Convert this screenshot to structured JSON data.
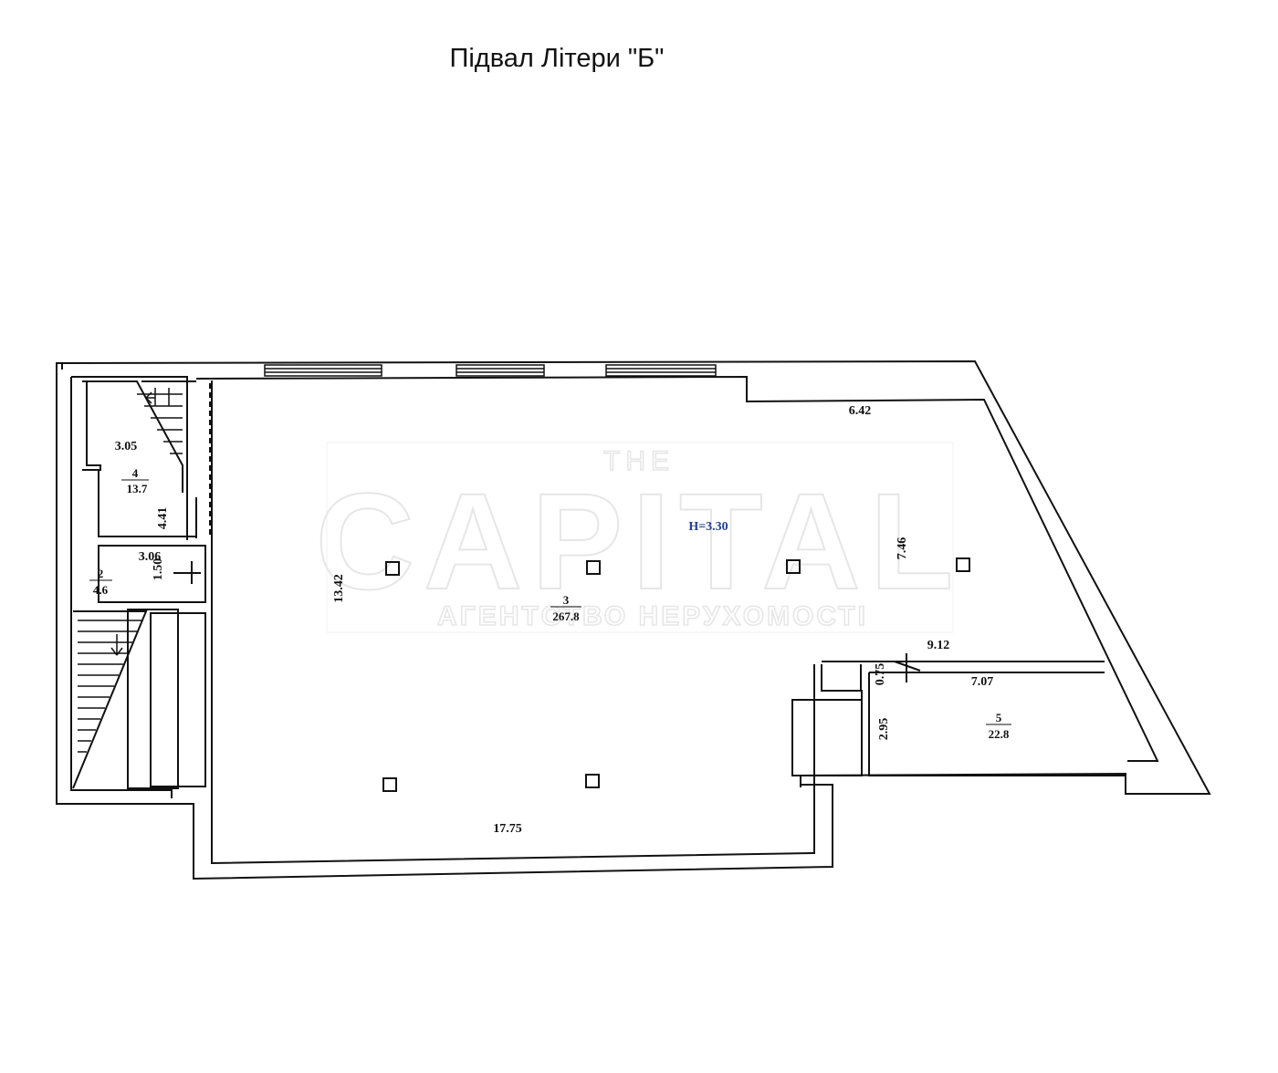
{
  "title": "Підвал Літери \"Б\"",
  "watermark": {
    "line1": "THE",
    "line2": "CAPITAL",
    "line3": "АГЕНТСТВО НЕРУХОМОСТІ"
  },
  "ceiling_height": "H=3.30",
  "rooms": [
    {
      "number": "2",
      "area": "4.6"
    },
    {
      "number": "3",
      "area": "267.8"
    },
    {
      "number": "4",
      "area": "13.7"
    },
    {
      "number": "5",
      "area": "22.8"
    }
  ],
  "dimensions": {
    "d_305": "3.05",
    "d_441": "4.41",
    "d_306": "3.06",
    "d_150": "1.50",
    "d_1342": "13.42",
    "d_642": "6.42",
    "d_746": "7.46",
    "d_912": "9.12",
    "d_075": "0.75",
    "d_707": "7.07",
    "d_295": "2.95",
    "d_1775": "17.75"
  },
  "colors": {
    "lines": "#111111",
    "height_label": "#1f3f8f",
    "watermark": "#e6e6e6"
  }
}
